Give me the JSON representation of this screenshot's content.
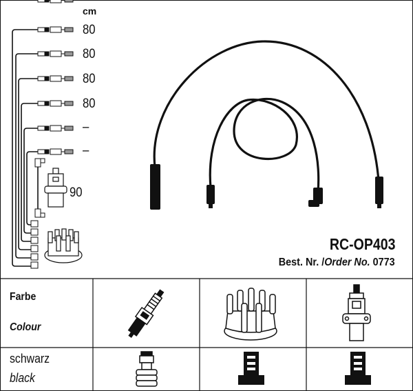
{
  "header": {
    "unit_label": "cm"
  },
  "lengths": [
    "80",
    "80",
    "80",
    "80",
    "–",
    "–"
  ],
  "coil_length": "90",
  "product": {
    "code": "RC-OP403",
    "order_label_de": "Best. Nr.",
    "order_separator": "/",
    "order_label_en": "Order No.",
    "order_number": "0773"
  },
  "table": {
    "header_de": "Farbe",
    "header_en": "Colour",
    "colour_de": "schwarz",
    "colour_en": "black",
    "columns": [
      "spark-plug",
      "distributor-cap",
      "ignition-coil"
    ]
  },
  "colors": {
    "ink": "#111111",
    "background": "#ffffff"
  }
}
